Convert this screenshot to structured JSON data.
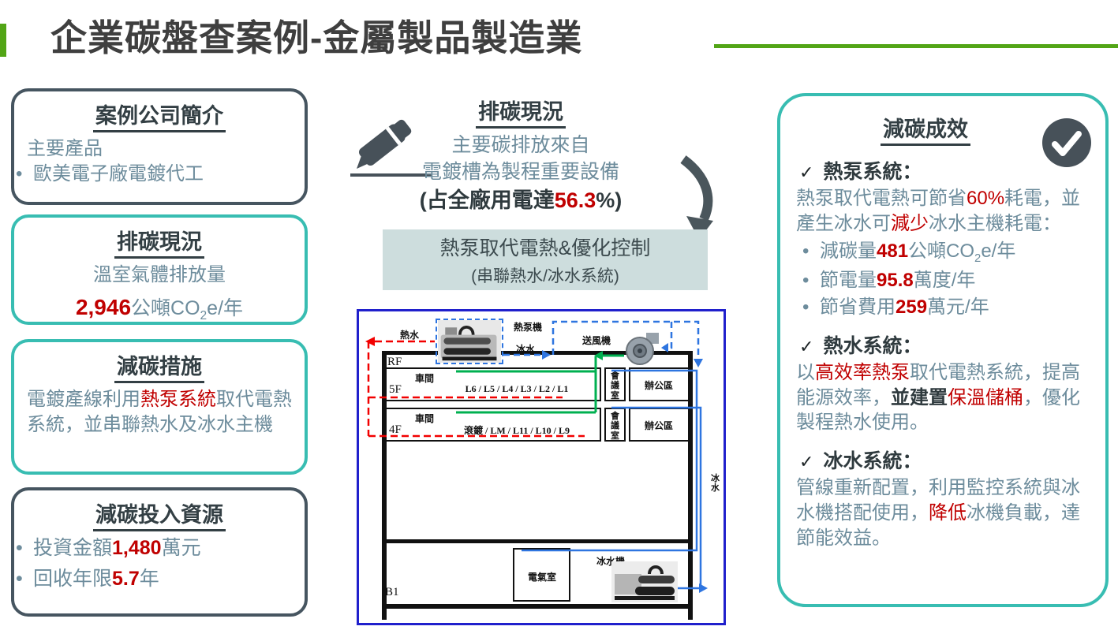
{
  "glyphs": {
    "bullet": "•",
    "check": "✓"
  },
  "colors": {
    "accent_green": "#52a516",
    "teal_border": "#38bdb2",
    "dark_border": "#465560",
    "dark_slate_icon": "#475159",
    "red_text": "#c00000",
    "body_text": "#6d8c9c",
    "solution_bg": "#cddddd",
    "diagram_border": "#2020cc",
    "red_line": "#f20000",
    "blue_line": "#2e75e0",
    "green_line": "#00b050"
  },
  "header": {
    "title": "企業碳盤查案例-金屬製品製造業"
  },
  "left": {
    "company": {
      "title": "案例公司簡介",
      "label": "主要產品",
      "bullet": "歐美電子廠電鍍代工"
    },
    "emission": {
      "title": "排碳現況",
      "line": "溫室氣體排放量",
      "value": "2,946",
      "unit_pre": "公噸CO",
      "unit_sub": "2",
      "unit_post": "e/年"
    },
    "measures": {
      "title": "減碳措施",
      "s1": "電鍍產線利用",
      "s2": "熱泵系統",
      "s3": "取代電熱系統，並串聯熱水及冰水主機"
    },
    "invest": {
      "title": "減碳投入資源",
      "b1": {
        "pre": "投資金額",
        "red": "1,480",
        "post": "萬元"
      },
      "b2": {
        "pre": "回收年限",
        "red": "5.7",
        "post": "年"
      }
    }
  },
  "middle": {
    "heading": "排碳現況",
    "line1": "主要碳排放來自",
    "line2": "電鍍槽為製程重要設備",
    "l3_pre": "(占全廠用電達",
    "l3_red": "56.3",
    "l3_post": "%)",
    "solution": {
      "line1": "熱泵取代電熱&優化控制",
      "line2": "(串聯熱水/冰水系統)"
    }
  },
  "diagram": {
    "hot_water": "熱水",
    "heat_pump": "熱泵機",
    "cold_water": "冰水",
    "fan": "送風機",
    "rf": "RF",
    "f5": "5F",
    "f4": "4F",
    "b1": "B1",
    "workshop": "車間",
    "lines5": "L6 / L5 / L4 / L3 / L2 / L1",
    "lines4": "滾鍍 / LM / L11 / L10 / L9",
    "meeting": "會議室",
    "office": "辦公區",
    "electrical": "電氣室",
    "chiller": "冰水機",
    "cold_side": "冰水"
  },
  "right": {
    "title": "減碳成效",
    "hp": {
      "heading": "熱泵系統：",
      "s1": "熱泵取代電熱可節省",
      "r1": "60%",
      "s2": "耗電，並產生冰水可",
      "r2": "減少",
      "s3": "冰水主機耗電：",
      "bullets": [
        {
          "pre": "減碳量",
          "red": "481",
          "u1": "公噸CO",
          "sub": "2",
          "u2": "e/年"
        },
        {
          "pre": "節電量",
          "red": "95.8",
          "post": "萬度/年"
        },
        {
          "pre": "節省費用",
          "red": "259",
          "post": "萬元/年"
        }
      ]
    },
    "hw": {
      "heading": "熱水系統：",
      "s1": "以",
      "r1": "高效率熱泵",
      "s2": "取代電熱系統，提高能源效率，",
      "d1": "並建置",
      "r2": "保溫儲桶",
      "s3": "，優化製程熱水使用。"
    },
    "cw": {
      "heading": "冰水系統：",
      "s1": "管線重新配置，利用監控系統與冰水機搭配使用，",
      "r1": "降低",
      "s2": "冰機負載，達節能效益。"
    }
  }
}
